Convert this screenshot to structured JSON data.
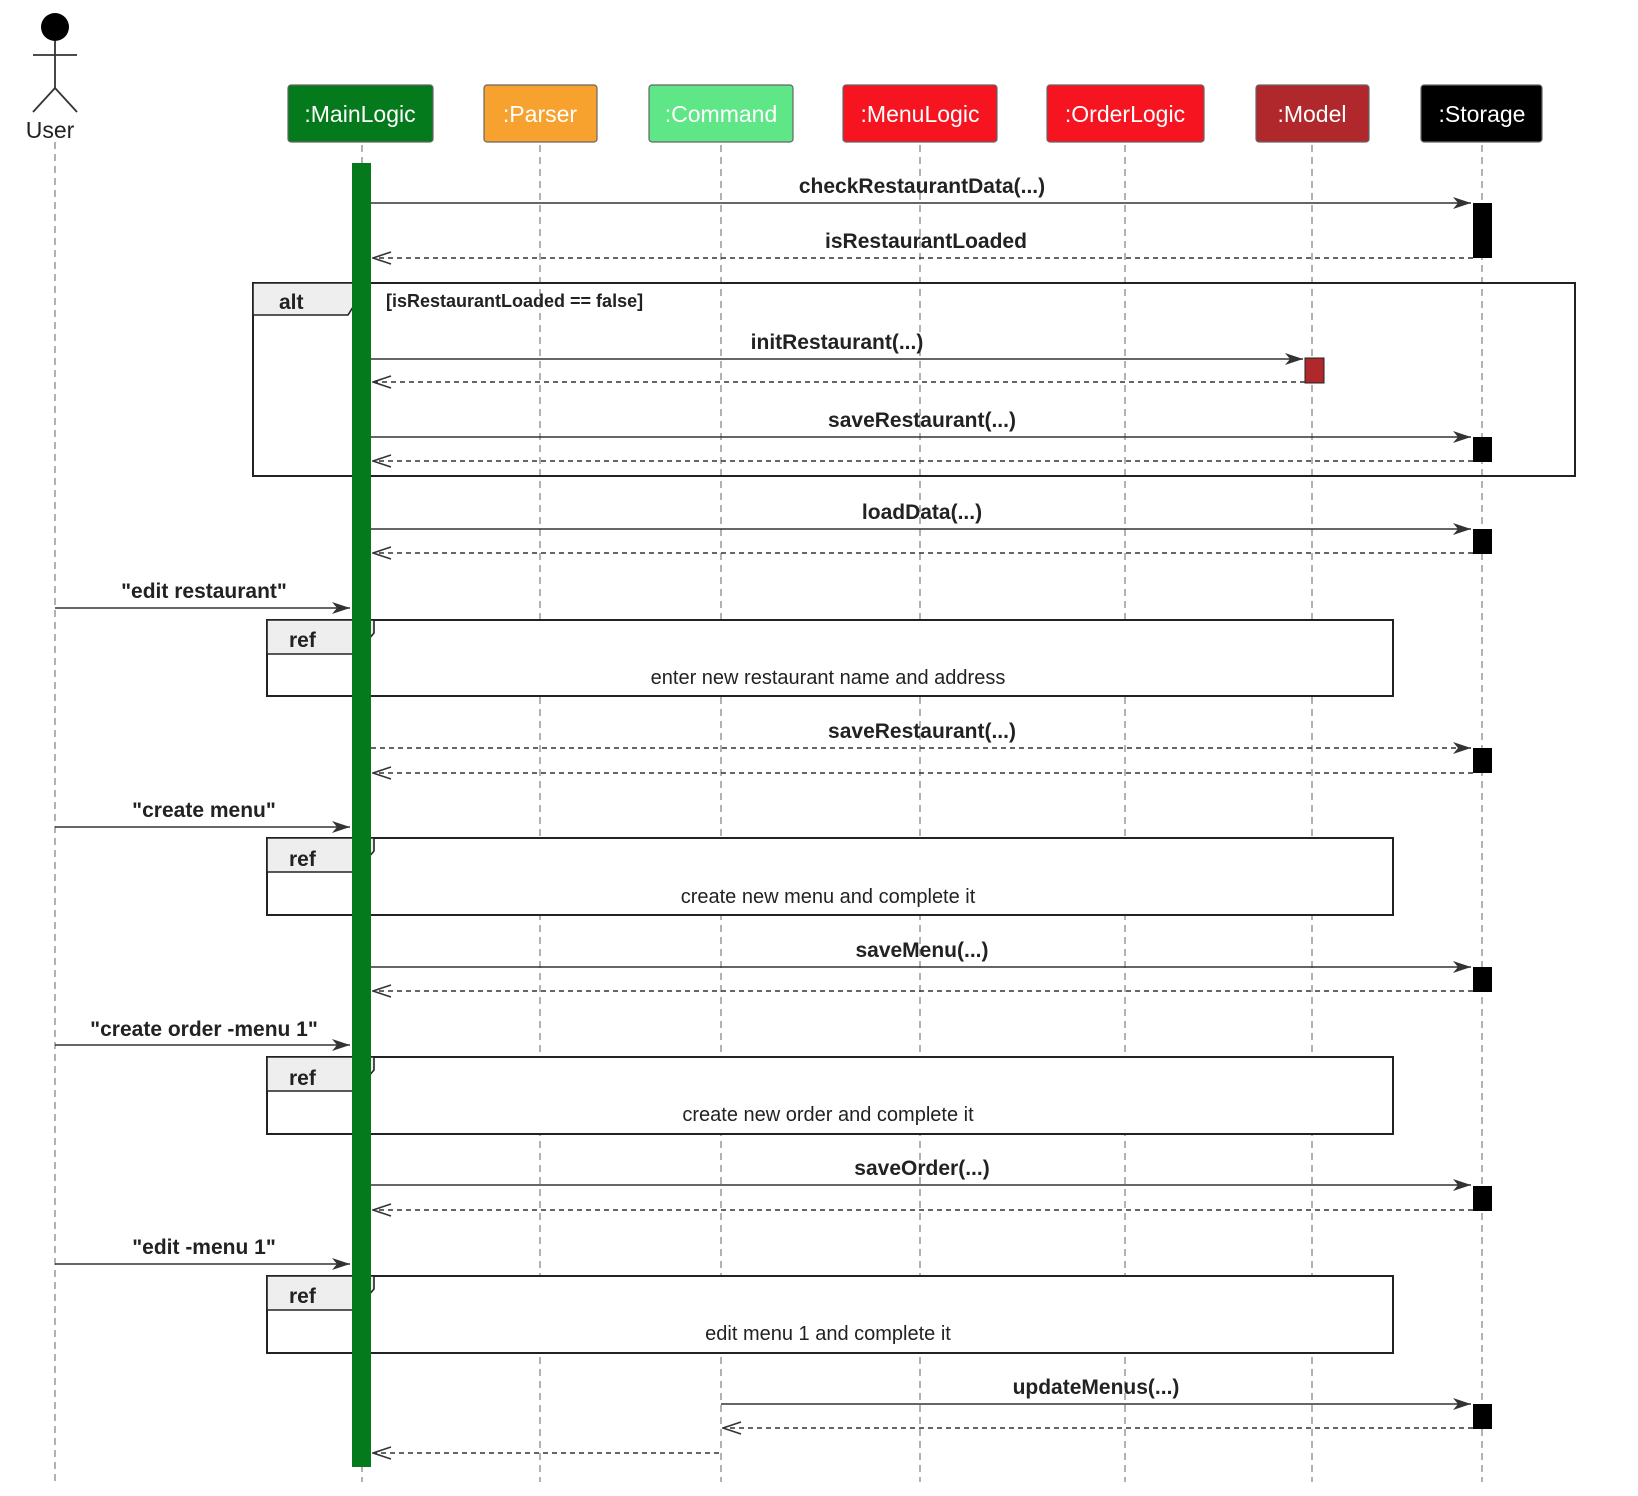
{
  "actor": {
    "label": "User"
  },
  "participants": [
    {
      "id": "main",
      "label": ":MainLogic",
      "fill": "#047a1c",
      "text_color": "#ffffff"
    },
    {
      "id": "parser",
      "label": ":Parser",
      "fill": "#f7a12e",
      "text_color": "#ffffff"
    },
    {
      "id": "command",
      "label": ":Command",
      "fill": "#5ee687",
      "text_color": "#ffffff"
    },
    {
      "id": "menu",
      "label": ":MenuLogic",
      "fill": "#f5141f",
      "text_color": "#ffffff"
    },
    {
      "id": "order",
      "label": ":OrderLogic",
      "fill": "#f5141f",
      "text_color": "#ffffff"
    },
    {
      "id": "model",
      "label": ":Model",
      "fill": "#b0282b",
      "text_color": "#ffffff"
    },
    {
      "id": "storage",
      "label": ":Storage",
      "fill": "#000000",
      "text_color": "#ffffff"
    }
  ],
  "messages": [
    {
      "label": "checkRestaurantData(...)",
      "from": "main",
      "to": "storage",
      "type": "call"
    },
    {
      "label": "isRestaurantLoaded",
      "from": "storage",
      "to": "main",
      "type": "return"
    },
    {
      "label": "initRestaurant(...)",
      "from": "main",
      "to": "model",
      "type": "call"
    },
    {
      "label": "",
      "from": "model",
      "to": "main",
      "type": "return"
    },
    {
      "label": "saveRestaurant(...)",
      "from": "main",
      "to": "storage",
      "type": "call"
    },
    {
      "label": "",
      "from": "storage",
      "to": "main",
      "type": "return"
    },
    {
      "label": "loadData(...)",
      "from": "main",
      "to": "storage",
      "type": "call"
    },
    {
      "label": "",
      "from": "storage",
      "to": "main",
      "type": "return"
    },
    {
      "label": "\"edit restaurant\"",
      "from": "user",
      "to": "main",
      "type": "call"
    },
    {
      "label": "saveRestaurant(...)",
      "from": "main",
      "to": "storage",
      "type": "call-dashed"
    },
    {
      "label": "",
      "from": "storage",
      "to": "main",
      "type": "return"
    },
    {
      "label": "\"create menu\"",
      "from": "user",
      "to": "main",
      "type": "call"
    },
    {
      "label": "saveMenu(...)",
      "from": "main",
      "to": "storage",
      "type": "call"
    },
    {
      "label": "",
      "from": "storage",
      "to": "main",
      "type": "return"
    },
    {
      "label": "\"create order -menu 1\"",
      "from": "user",
      "to": "main",
      "type": "call"
    },
    {
      "label": "saveOrder(...)",
      "from": "main",
      "to": "storage",
      "type": "call"
    },
    {
      "label": "",
      "from": "storage",
      "to": "main",
      "type": "return"
    },
    {
      "label": "\"edit -menu 1\"",
      "from": "user",
      "to": "main",
      "type": "call"
    },
    {
      "label": "updateMenus(...)",
      "from": "command",
      "to": "storage",
      "type": "call"
    },
    {
      "label": "",
      "from": "storage",
      "to": "command",
      "type": "return"
    },
    {
      "label": "",
      "from": "command",
      "to": "main",
      "type": "return"
    }
  ],
  "fragments": [
    {
      "kind": "alt",
      "guard": "[isRestaurantLoaded == false]"
    },
    {
      "kind": "ref",
      "text": "enter new restaurant name and address"
    },
    {
      "kind": "ref",
      "text": "create new menu and complete it"
    },
    {
      "kind": "ref",
      "text": "create new order and complete it"
    },
    {
      "kind": "ref",
      "text": "edit menu 1 and complete it"
    }
  ],
  "colors": {
    "main_activation": "#047a1c",
    "model_activation": "#b0282b",
    "storage_activation": "#000000",
    "fragment_tab": "#eeeeee"
  }
}
